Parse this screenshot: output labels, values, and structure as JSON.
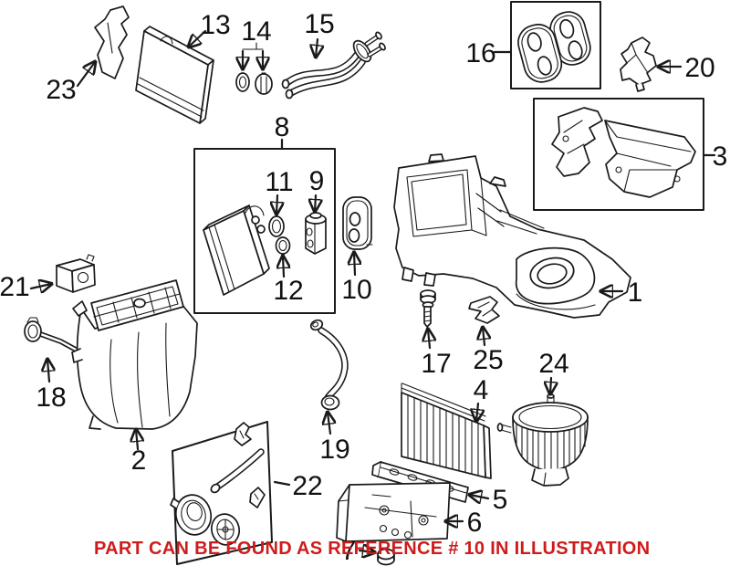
{
  "caption": {
    "text": "PART CAN BE FOUND AS REFERENCE # 10 IN ILLUSTRATION",
    "color": "#cf1b1b"
  },
  "colors": {
    "line": "#1a1a1a",
    "background": "#ffffff",
    "label_text": "#111111"
  },
  "parts": {
    "p1": "1",
    "p2": "2",
    "p3": "3",
    "p4": "4",
    "p5": "5",
    "p6": "6",
    "p7": "7",
    "p8": "8",
    "p9": "9",
    "p10": "10",
    "p11": "11",
    "p12": "12",
    "p13": "13",
    "p14": "14",
    "p15": "15",
    "p16": "16",
    "p17": "17",
    "p18": "18",
    "p19": "19",
    "p20": "20",
    "p21": "21",
    "p22": "22",
    "p23": "23",
    "p24": "24",
    "p25": "25"
  }
}
